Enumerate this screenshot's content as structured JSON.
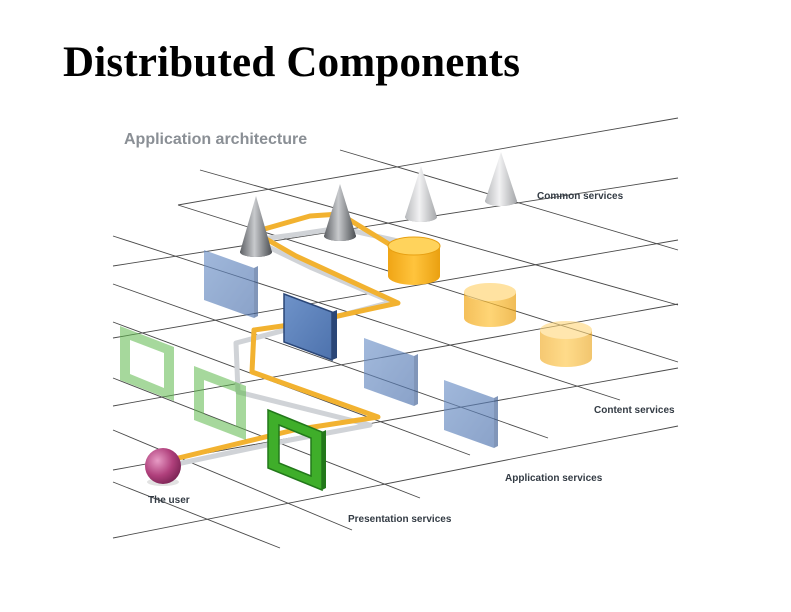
{
  "slide": {
    "title": "Distributed Components"
  },
  "diagram": {
    "title": "Application architecture",
    "layers": {
      "common": "Common services",
      "content": "Content services",
      "application": "Application services",
      "presentation": "Presentation services",
      "user": "The user"
    },
    "colors": {
      "path": "#f2b230",
      "app_box": "#5a7fb8",
      "presentation_frame": "#3fae2a",
      "database": "#f5b526",
      "user": "#b0407c"
    }
  }
}
